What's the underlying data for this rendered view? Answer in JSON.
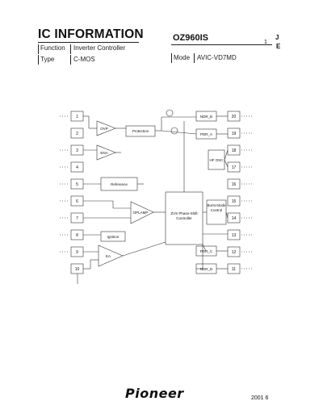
{
  "header": {
    "title": "IC INFORMATION",
    "part_number": "OZ960IS",
    "page_number": "1",
    "page_mark_top": "J",
    "page_mark_bottom": "E",
    "function_label": "Function",
    "function_value": "Inverter Controller",
    "type_label": "Type",
    "type_value": "C-MOS",
    "mode_label": "Mode",
    "mode_value": "AVIC-VD7MD"
  },
  "pins_left": [
    "1",
    "2",
    "3",
    "4",
    "5",
    "6",
    "7",
    "8",
    "9",
    "10"
  ],
  "pins_right": [
    "20",
    "19",
    "18",
    "17",
    "16",
    "15",
    "14",
    "13",
    "12",
    "11"
  ],
  "blocks": {
    "ovp": "OVP",
    "protection": "Protection",
    "ena": "ENA",
    "reference": "Reference",
    "oplamp": "OPLAMP",
    "ignition": "Ignition",
    "ea": "EA",
    "ndr_b": "NDR_B",
    "pdr_a": "PDR_A",
    "hf_osc": "HF OSC",
    "burst_mode": "Burst Mode Control",
    "zvs": "ZVS Phase-Shift Controller",
    "pdr_c": "PDR_C",
    "ndr_d": "NDR_D"
  },
  "footer": {
    "brand": "Pioneer",
    "year": "2001 6"
  }
}
